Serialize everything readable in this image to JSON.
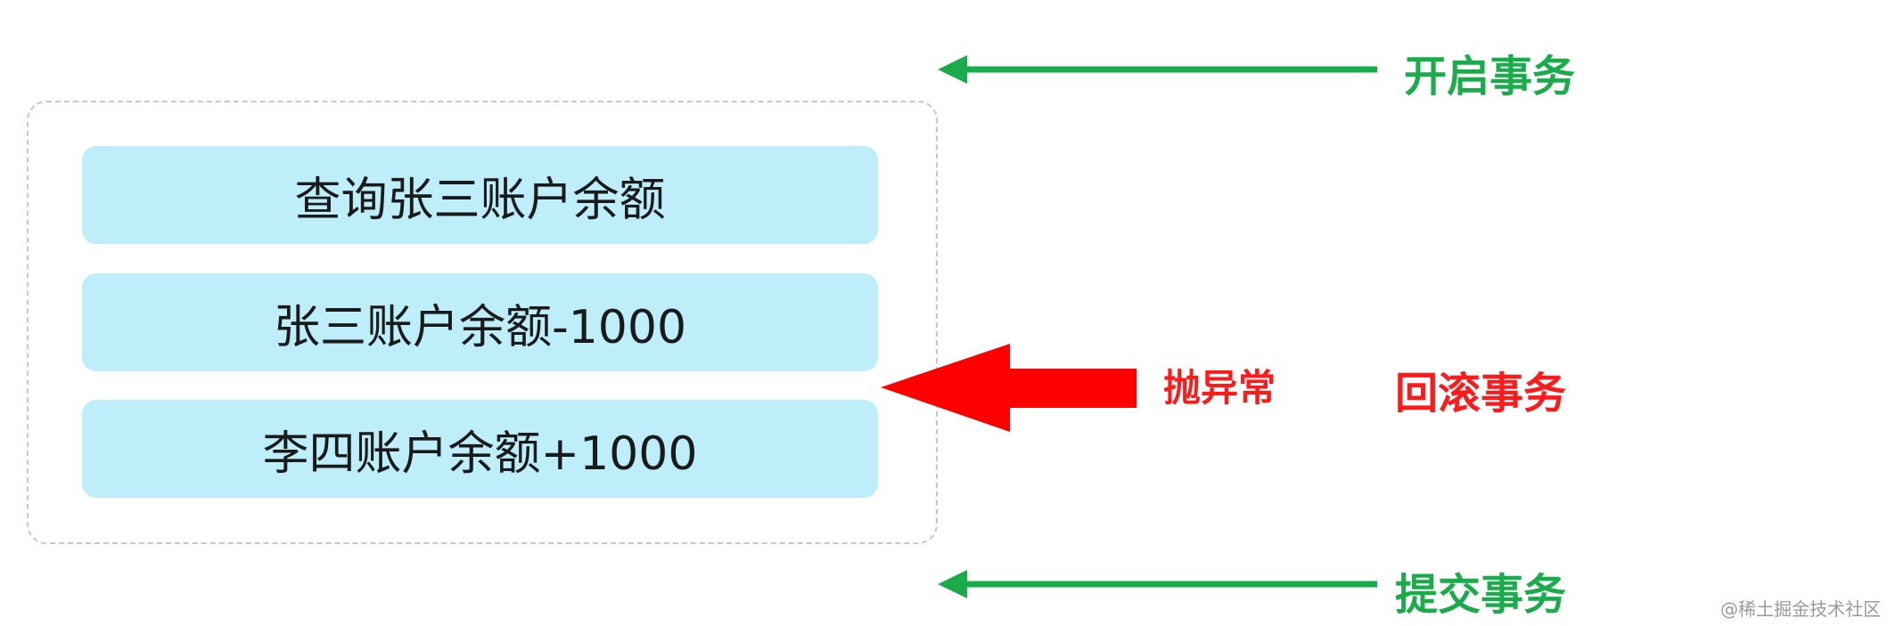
{
  "transaction": {
    "steps": [
      "查询张三账户余额",
      "张三账户余额-1000",
      "李四账户余额+1000"
    ]
  },
  "annotations": {
    "begin": "开启事务",
    "exception": "抛异常",
    "rollback": "回滚事务",
    "commit": "提交事务"
  },
  "colors": {
    "step_fill": "#bdeefa",
    "success_arrow": "#1aab4a",
    "error_arrow": "#ff0000",
    "frame_border": "#c8c8c8"
  },
  "watermark": "@稀土掘金技术社区"
}
